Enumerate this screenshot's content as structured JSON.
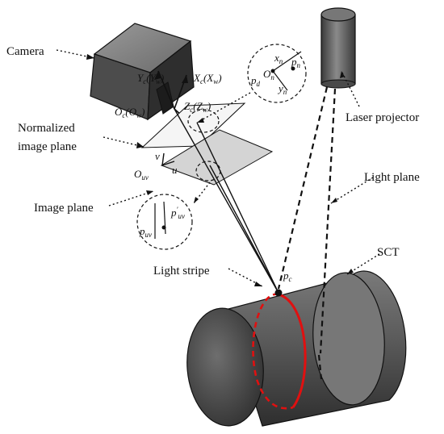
{
  "labels": {
    "camera": "Camera",
    "normalized_line1": "Normalized",
    "normalized_line2": "image plane",
    "image_plane": "Image plane",
    "laser_projector": "Laser projector",
    "light_plane": "Light plane",
    "sct": "SCT",
    "light_stripe": "Light stripe"
  },
  "symbols": {
    "yc": {
      "base": "Y",
      "sub": "c",
      "paren_base": "Y",
      "paren_sub": "w"
    },
    "xc": {
      "base": "X",
      "sub": "c",
      "paren_base": "X",
      "paren_sub": "w"
    },
    "zc": {
      "base": "Z",
      "sub": "c",
      "paren_base": "Z",
      "paren_sub": "w"
    },
    "oc": {
      "base": "O",
      "sub": "c",
      "paren_base": "O",
      "paren_sub": "w"
    },
    "xn": {
      "base": "x",
      "sub": "n"
    },
    "pn": {
      "base": "p",
      "sub": "n"
    },
    "pd": {
      "base": "p",
      "sub": "d"
    },
    "on": {
      "base": "O",
      "sub": "n"
    },
    "yn": {
      "base": "y",
      "sub": "n"
    },
    "v": {
      "base": "v"
    },
    "u": {
      "base": "u"
    },
    "ouv": {
      "base": "O",
      "sub": "uv"
    },
    "pprime": {
      "base": "p",
      "sub": "uv",
      "prime": "′"
    },
    "puv": {
      "base": "p",
      "sub": "uv"
    },
    "pc": {
      "base": "p",
      "sub": "c"
    }
  },
  "colors": {
    "stripe": "#e01010",
    "body_dark": "#3a3a3a",
    "body_mid": "#6b6b6b",
    "body_light": "#9a9a9a",
    "plane": "#d9d9d9"
  }
}
